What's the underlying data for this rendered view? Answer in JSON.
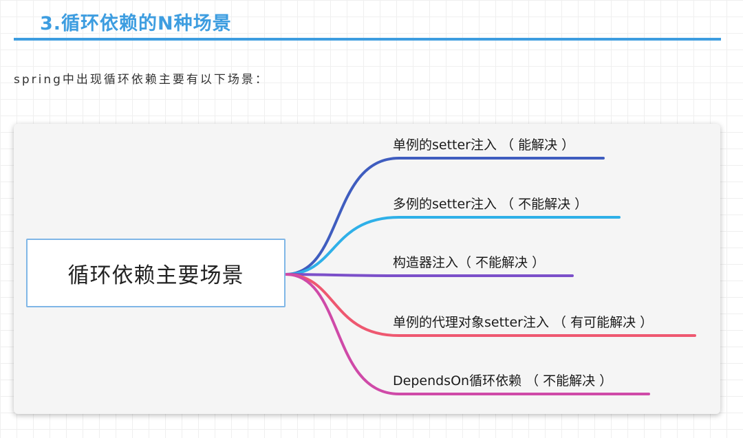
{
  "heading": {
    "text": "3.循环依赖的N种场景",
    "color": "#3d9de0"
  },
  "intro": {
    "text": "spring中出现循环依赖主要有以下场景："
  },
  "mindmap": {
    "root": "循环依赖主要场景",
    "branches": [
      {
        "label": "单例的setter注入 （ 能解决 ）",
        "color": "#3f5dbf"
      },
      {
        "label": "多例的setter注入 （ 不能解决 ）",
        "color": "#2fb0e8"
      },
      {
        "label": "构造器注入（ 不能解决 ）",
        "color": "#7b4fc9"
      },
      {
        "label": "单例的代理对象setter注入 （ 有可能解决 ）",
        "color": "#ee5870"
      },
      {
        "label": "DependsOn循环依赖 （ 不能解决 ）",
        "color": "#cf4aa8"
      }
    ]
  }
}
